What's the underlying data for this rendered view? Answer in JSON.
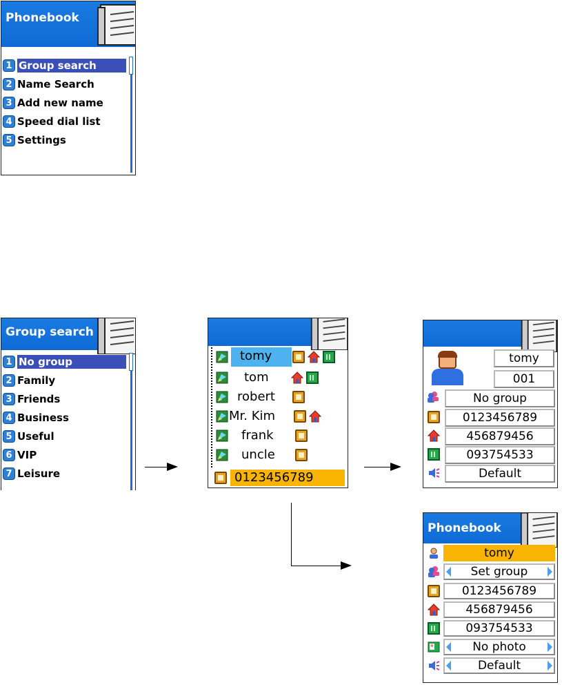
{
  "menu_screen": {
    "title": "Phonebook",
    "items": [
      {
        "num": "1",
        "label": "Group search"
      },
      {
        "num": "2",
        "label": "Name Search"
      },
      {
        "num": "3",
        "label": "Add new name"
      },
      {
        "num": "4",
        "label": "Speed dial list"
      },
      {
        "num": "5",
        "label": "Settings"
      }
    ]
  },
  "group_screen": {
    "title": "Group search",
    "items": [
      {
        "num": "1",
        "label": "No group"
      },
      {
        "num": "2",
        "label": "Family"
      },
      {
        "num": "3",
        "label": "Friends"
      },
      {
        "num": "4",
        "label": "Business"
      },
      {
        "num": "5",
        "label": "Useful"
      },
      {
        "num": "6",
        "label": "VIP"
      },
      {
        "num": "7",
        "label": "Leisure"
      }
    ]
  },
  "list_screen": {
    "names": [
      "tomy",
      "tom",
      "robert",
      "Mr. Kim",
      "frank",
      "uncle"
    ],
    "selected_number": "0123456789"
  },
  "detail_screen": {
    "name": "tomy",
    "index": "001",
    "group": "No group",
    "mobile": "0123456789",
    "home": "456879456",
    "office": "093754533",
    "ringtone": "Default"
  },
  "edit_screen": {
    "title": "Phonebook",
    "name": "tomy",
    "group": "Set group",
    "mobile": "0123456789",
    "home": "456879456",
    "office": "093754533",
    "photo": "No photo",
    "ringtone": "Default"
  },
  "colors": {
    "header_blue": "#0f6ad6",
    "selection_blue": "#3a4fb8",
    "highlight_orange": "#f8b400",
    "list_highlight": "#4db3f0"
  }
}
